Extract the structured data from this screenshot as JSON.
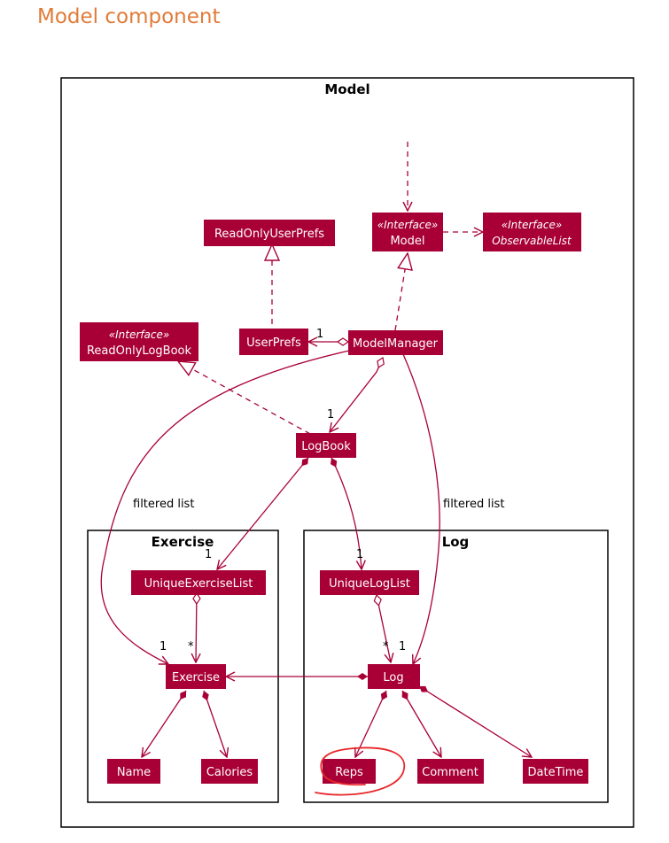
{
  "page_title": "Model component",
  "packages": {
    "model": "Model",
    "exercise": "Exercise",
    "log": "Log"
  },
  "classes": {
    "readonlyuserprefs": "ReadOnlyUserPrefs",
    "model_stereotype": "«Interface»",
    "model": "Model",
    "observablelist_stereotype": "«Interface»",
    "observablelist": "ObservableList",
    "readonlylogbook_stereotype": "«Interface»",
    "readonlylogbook": "ReadOnlyLogBook",
    "userprefs": "UserPrefs",
    "modelmanager": "ModelManager",
    "logbook": "LogBook",
    "uniqueexerciselist": "UniqueExerciseList",
    "uniqueloglist": "UniqueLogList",
    "exercise": "Exercise",
    "log": "Log",
    "name": "Name",
    "calories": "Calories",
    "reps": "Reps",
    "comment": "Comment",
    "datetime": "DateTime"
  },
  "labels": {
    "filtered_left": "filtered list",
    "filtered_right": "filtered list",
    "m_userprefs": "1",
    "m_logbook": "1",
    "m_uniqueexerciselist": "1",
    "m_uniqueloglist": "1",
    "m_exercise_one": "1",
    "m_exercise_many": "*",
    "m_log_many": "*",
    "m_log_one": "1"
  },
  "colors": {
    "heading": "#e07b39",
    "class_fill": "#a80036",
    "arrow": "#a80036",
    "annotation": "#e8262a"
  }
}
